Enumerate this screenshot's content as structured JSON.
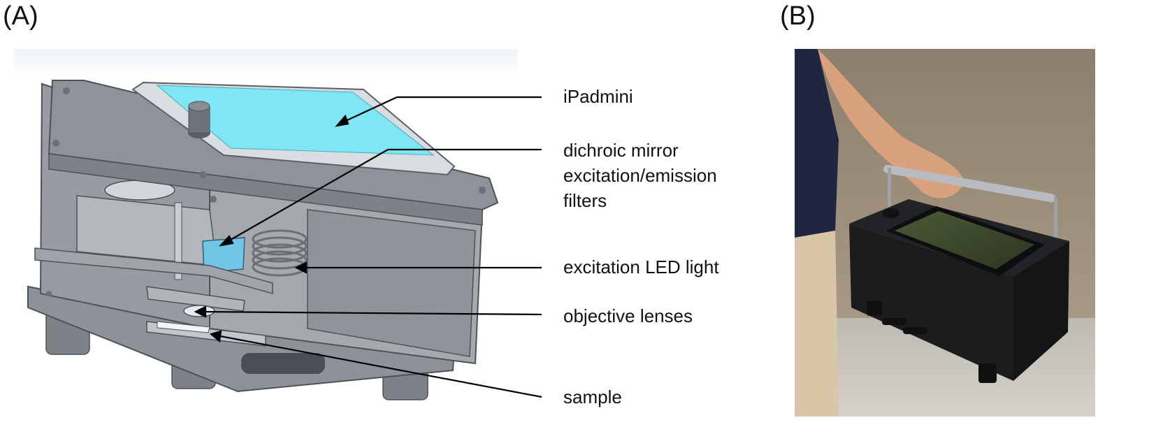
{
  "panels": {
    "a_label": "(A)",
    "b_label": "(B)"
  },
  "callouts": [
    {
      "id": "ipadmini",
      "text": "iPadmini"
    },
    {
      "id": "dichroic",
      "text": "dichroic mirror\nexcitation/emission\nfilters"
    },
    {
      "id": "led",
      "text": "excitation LED light"
    },
    {
      "id": "objective",
      "text": "objective lenses"
    },
    {
      "id": "sample",
      "text": "sample"
    }
  ],
  "colors": {
    "screen_cyan": "#7fe6f5",
    "metal_gray": "#8a8f96",
    "metal_dark": "#5c6167",
    "wall_tan": "#a79a86",
    "case_black": "#1b1c1e",
    "leader_line": "#000000"
  }
}
